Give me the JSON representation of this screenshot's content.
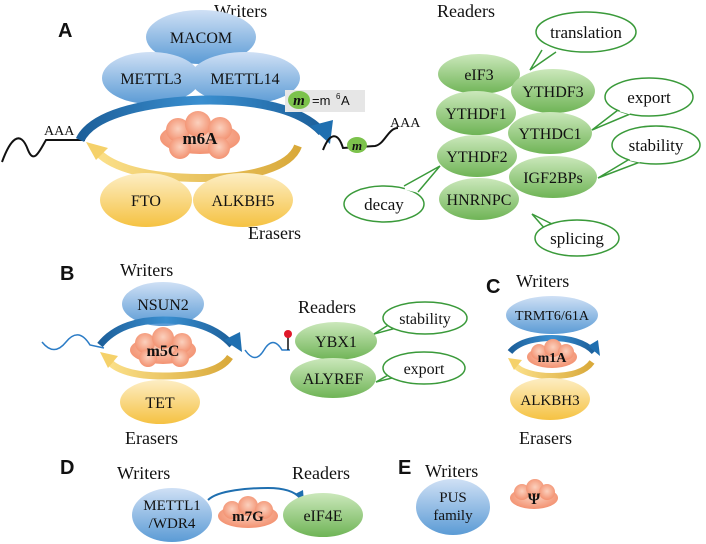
{
  "colors": {
    "writer_blue_top": "#cfe0f5",
    "writer_blue_bottom": "#5b9bd5",
    "eraser_yellow_top": "#fde9b6",
    "eraser_yellow_bottom": "#f5c242",
    "reader_green_top": "#c6e5b5",
    "reader_green_bottom": "#77b860",
    "mod_orange": "#f4a283",
    "arrow_blue": "#1f78b4",
    "arrow_yellow": "#f2c74a",
    "bubble_border": "#3a9a3a",
    "text": "#111111"
  },
  "panelA": {
    "letter": "A",
    "writers_label": "Writers",
    "readers_label": "Readers",
    "erasers_label": "Erasers",
    "writers": [
      "MACOM",
      "METTL3",
      "METTL14"
    ],
    "erasers": [
      "FTO",
      "ALKBH5"
    ],
    "modification": "m6A",
    "aaa_left": "AAA",
    "aaa_right": "AAA",
    "m_symbol": "m",
    "legend_eq": "=m",
    "legend_sup": "6",
    "legend_end": "A",
    "readers": [
      "eIF3",
      "YTHDF3",
      "YTHDF1",
      "YTHDC1",
      "YTHDF2",
      "IGF2BPs",
      "HNRNPC"
    ],
    "functions": {
      "translation": "translation",
      "export": "export",
      "stability": "stability",
      "decay": "decay",
      "splicing": "splicing"
    }
  },
  "panelB": {
    "letter": "B",
    "writers_label": "Writers",
    "readers_label": "Readers",
    "erasers_label": "Erasers",
    "writer": "NSUN2",
    "eraser": "TET",
    "modification": "m5C",
    "readers": [
      "YBX1",
      "ALYREF"
    ],
    "functions": {
      "stability": "stability",
      "export": "export"
    }
  },
  "panelC": {
    "letter": "C",
    "writers_label": "Writers",
    "erasers_label": "Erasers",
    "writer": "TRMT6/61A",
    "eraser": "ALKBH3",
    "modification": "m1A"
  },
  "panelD": {
    "letter": "D",
    "writers_label": "Writers",
    "readers_label": "Readers",
    "writer_line1": "METTL1",
    "writer_line2": "/WDR4",
    "modification": "m7G",
    "reader": "eIF4E"
  },
  "panelE": {
    "letter": "E",
    "writers_label": "Writers",
    "writer_line1": "PUS",
    "writer_line2": "family",
    "modification": "Ψ"
  }
}
